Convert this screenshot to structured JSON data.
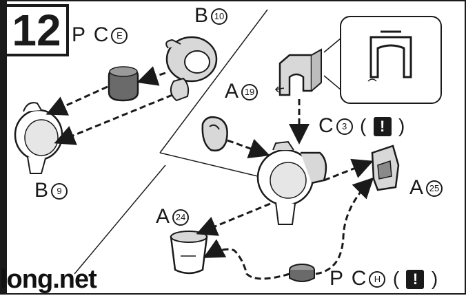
{
  "step": {
    "number": "12"
  },
  "labels": {
    "pc_e": {
      "letter": "P C",
      "num": "E"
    },
    "b_10": {
      "letter": "B",
      "num": "10"
    },
    "a_19": {
      "letter": "A",
      "num": "19"
    },
    "c_3": {
      "letter": "C",
      "num": "3",
      "open": "(",
      "mark": "!",
      "close": ")"
    },
    "b_9": {
      "letter": "B",
      "num": "9"
    },
    "a_24": {
      "letter": "A",
      "num": "24"
    },
    "a_25": {
      "letter": "A",
      "num": "25"
    },
    "pc_h": {
      "letter": "P C",
      "num": "H",
      "open": "(",
      "mark": "!",
      "close": ")"
    }
  },
  "watermark": "long.net",
  "colors": {
    "ink": "#1a1a1a",
    "paper": "#ffffff",
    "part_fill": "#d8d8d8",
    "part_dark": "#6a6a6a"
  }
}
